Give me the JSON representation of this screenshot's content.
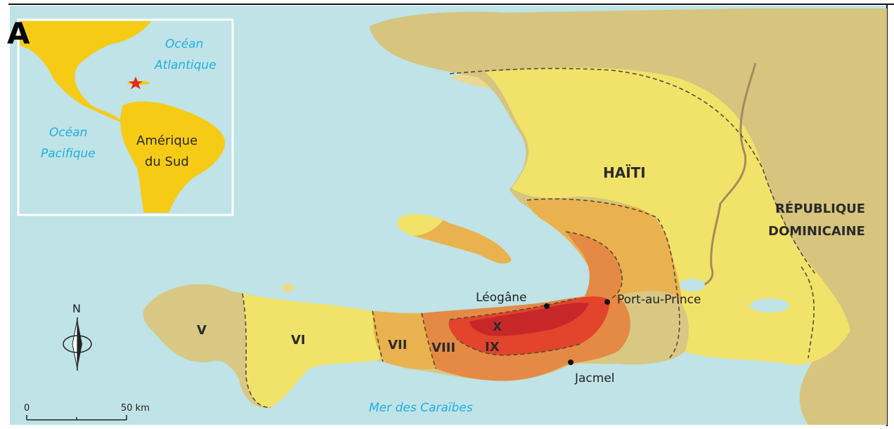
{
  "panel_letter": "A",
  "inset": {
    "ocean_atlantic_line1": "Océan",
    "ocean_atlantic_line2": "Atlantique",
    "ocean_pacific_line1": "Océan",
    "ocean_pacific_line2": "Pacifique",
    "south_america_line1": "Amérique",
    "south_america_line2": "du Sud"
  },
  "countries": {
    "haiti": "HAÏTI",
    "dominican_line1": "RÉPUBLIQUE",
    "dominican_line2": "DOMINICAINE"
  },
  "cities": {
    "leogane": "Léogâne",
    "port_au_prince": "Port-au-Prince",
    "jacmel": "Jacmel"
  },
  "sea": {
    "caribbean": "Mer des Caraïbes"
  },
  "intensity_zones": {
    "v": "V",
    "vi": "VI",
    "vii": "VII",
    "viii": "VIII",
    "ix": "IX",
    "x": "X"
  },
  "compass": {
    "north": "N"
  },
  "scale": {
    "start": "0",
    "end": "50 km"
  },
  "colors": {
    "sea": "#bfe3e6",
    "land": "#d9c886",
    "intensity_v": "#d8c884",
    "intensity_vi": "#f1e36a",
    "intensity_vii": "#e9b24f",
    "intensity_viii": "#e48a45",
    "intensity_ix": "#e2442c",
    "intensity_x": "#c8272a",
    "sea_label": "#23aee0"
  }
}
